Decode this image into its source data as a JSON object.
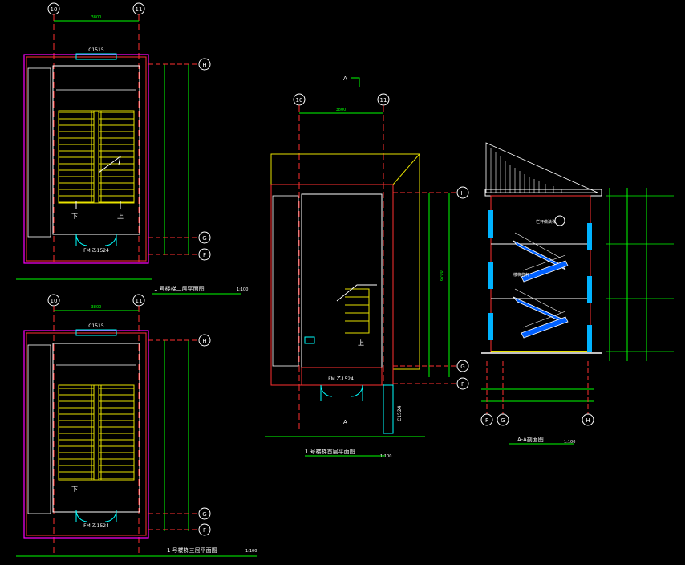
{
  "drawing": {
    "axis_labels": {
      "ten": "10",
      "eleven": "11",
      "H": "H",
      "G": "G",
      "F": "F"
    },
    "plan_top": {
      "title": "1 号楼梯二层平面图",
      "scale": "1:100",
      "window": "C1515",
      "door": "FM 乙1524",
      "down": "下",
      "up": "上",
      "dim_top": "3800"
    },
    "plan_bottom": {
      "title": "1 号楼梯三层平面图",
      "scale": "1:100",
      "window": "C1515",
      "door": "FM 乙1524",
      "down": "下",
      "dim_top": "3800"
    },
    "plan_middle": {
      "title": "1 号楼梯首层平面图",
      "scale": "1:100",
      "door": "FM 乙1524",
      "up": "上",
      "cut": "A",
      "side_label": "C1524",
      "dim_top": "3800",
      "dim_side": "6700"
    },
    "section": {
      "title": "A-A剖面图",
      "scale": "1:100",
      "grid_labels": [
        "F",
        "G",
        "H"
      ],
      "note_top": "栏杆做法详",
      "note_mid": "楼梯栏杆"
    }
  }
}
